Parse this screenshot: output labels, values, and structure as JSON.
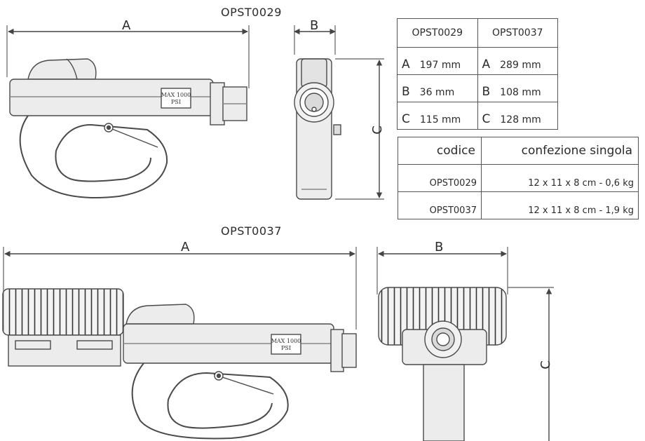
{
  "drawing1": {
    "title": "OPST0029",
    "dim_a": "A",
    "dim_b": "B",
    "dim_c": "C",
    "body_marking": "MAX 1000 PSI"
  },
  "drawing2": {
    "title": "OPST0037",
    "dim_a": "A",
    "dim_b": "B",
    "dim_c": "C",
    "body_marking": "MAX 1000 PSI"
  },
  "dimensions_table": {
    "headers": [
      "OPST0029",
      "OPST0037"
    ],
    "rows": [
      {
        "left_letter": "A",
        "left_value": "197 mm",
        "right_letter": "A",
        "right_value": "289 mm"
      },
      {
        "left_letter": "B",
        "left_value": "36 mm",
        "right_letter": "B",
        "right_value": "108 mm"
      },
      {
        "left_letter": "C",
        "left_value": "115 mm",
        "right_letter": "C",
        "right_value": "128 mm"
      }
    ]
  },
  "packaging_table": {
    "headers": [
      "codice",
      "confezione singola"
    ],
    "rows": [
      {
        "code": "OPST0029",
        "size": "12 x 11 x 8 cm - 0,6 kg"
      },
      {
        "code": "OPST0037",
        "size": "12 x 11 x 8 cm - 1,9 kg"
      }
    ]
  },
  "colors": {
    "line": "#4a4a4a",
    "fill": "#ececec",
    "dark": "#3a3a3a"
  }
}
